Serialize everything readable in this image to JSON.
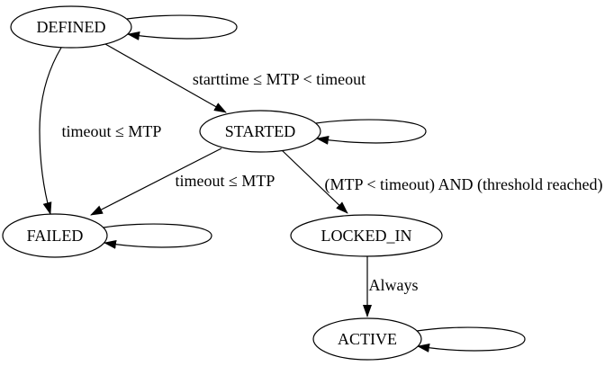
{
  "diagram": {
    "type": "state-machine",
    "background_color": "#ffffff",
    "line_color": "#000000",
    "text_color": "#000000",
    "nodes": [
      {
        "label": "DEFINED",
        "self_loop": true
      },
      {
        "label": "STARTED",
        "self_loop": true
      },
      {
        "label": "FAILED",
        "self_loop": true
      },
      {
        "label": "LOCKED_IN",
        "self_loop": false
      },
      {
        "label": "ACTIVE",
        "self_loop": true
      }
    ],
    "edges": [
      {
        "from": "DEFINED",
        "to": "STARTED",
        "label": "starttime ≤ MTP < timeout"
      },
      {
        "from": "DEFINED",
        "to": "FAILED",
        "label": "timeout ≤ MTP"
      },
      {
        "from": "STARTED",
        "to": "FAILED",
        "label": "timeout ≤ MTP"
      },
      {
        "from": "STARTED",
        "to": "LOCKED_IN",
        "label": "(MTP < timeout) AND (threshold reached)"
      },
      {
        "from": "LOCKED_IN",
        "to": "ACTIVE",
        "label": "Always"
      }
    ]
  }
}
